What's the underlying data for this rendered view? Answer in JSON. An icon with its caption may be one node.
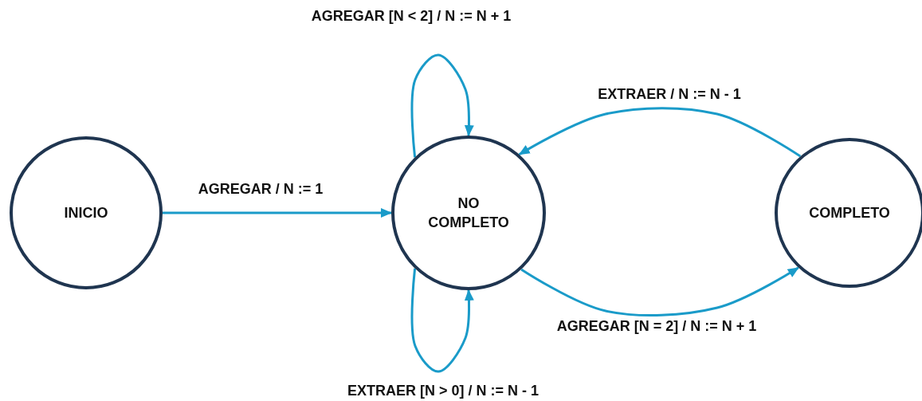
{
  "diagram": {
    "nodes": [
      {
        "text": [
          "INICIO"
        ]
      },
      {
        "text": [
          "NO COMPLETO"
        ]
      },
      {
        "text": [
          "COMPLETO"
        ]
      }
    ],
    "edges": [
      {
        "from": 0,
        "to": 1,
        "arrow": "to",
        "label": "AGREGAR / N := 1"
      },
      {
        "from": 1,
        "to": 1,
        "arrow": "to",
        "label": "AGREGAR [N < 2] / N := N + 1"
      },
      {
        "from": 2,
        "to": 1,
        "arrow": "to",
        "label": "EXTRAER / N := N - 1"
      },
      {
        "from": 1,
        "to": 2,
        "arrow": "to",
        "label": "AGREGAR [N = 2] / N := N + 1"
      },
      {
        "from": 1,
        "to": 1,
        "arrow": "to",
        "label": "EXTRAER [N > 0] / N := N - 1"
      }
    ]
  }
}
